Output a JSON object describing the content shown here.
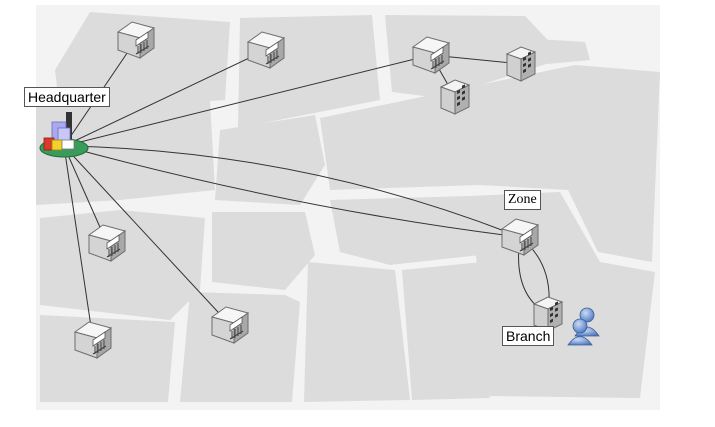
{
  "diagram": {
    "labels": {
      "headquarter": "Headquarter",
      "zone": "Zone",
      "branch": "Branch"
    },
    "icons": {
      "headquarter": "city-buildings-icon",
      "bank": "bank-building-icon",
      "office": "office-building-icon",
      "users": "users-icon"
    },
    "colors": {
      "background": "#ffffff",
      "street": "#f4f4f4",
      "block": "#dcdcdc",
      "link": "#333333",
      "hq_ellipse": "#3a9b5a",
      "users": "#5d86c9"
    }
  }
}
